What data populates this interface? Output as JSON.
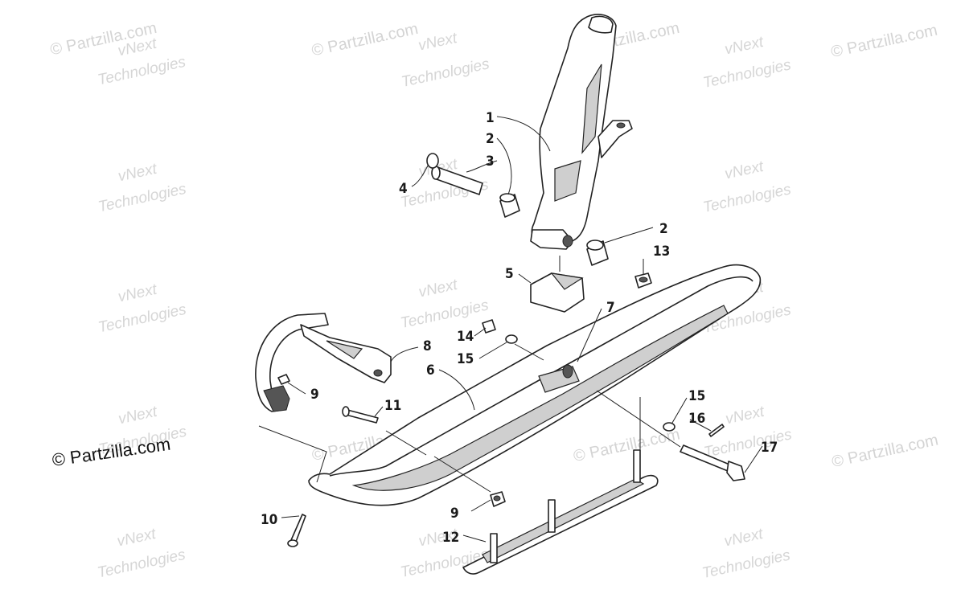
{
  "copyright": "© Partzilla.com",
  "watermarks": {
    "partzilla": "© Partzilla.com",
    "vnext_line1": "vNext",
    "vnext_line2": "Technologies"
  },
  "callouts": {
    "c1": "1",
    "c2a": "2",
    "c2b": "2",
    "c3": "3",
    "c4": "4",
    "c5": "5",
    "c6": "6",
    "c7": "7",
    "c8": "8",
    "c9a": "9",
    "c9b": "9",
    "c10": "10",
    "c11": "11",
    "c12": "12",
    "c13": "13",
    "c14": "14",
    "c15a": "15",
    "c15b": "15",
    "c16": "16",
    "c17": "17"
  }
}
